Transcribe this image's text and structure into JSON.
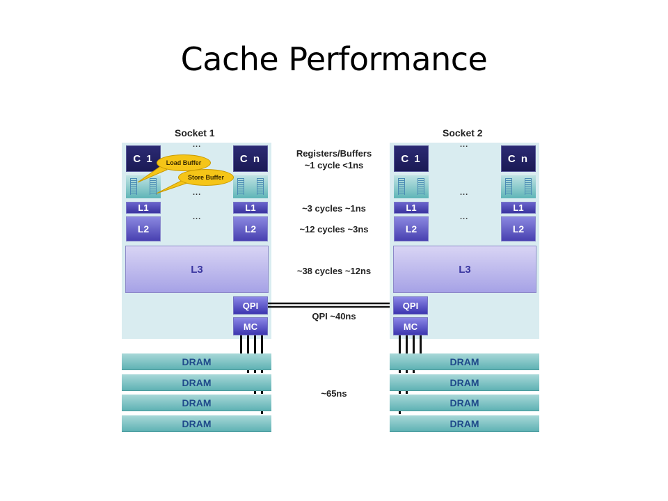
{
  "title": "Cache Performance",
  "sockets": [
    {
      "label": "Socket 1",
      "cores": [
        "C 1",
        "C n"
      ],
      "l1": "L1",
      "l2": "L2",
      "l3": "L3",
      "qpi": "QPI",
      "mc": "MC",
      "dram": [
        "DRAM",
        "DRAM",
        "DRAM",
        "DRAM"
      ]
    },
    {
      "label": "Socket 2",
      "cores": [
        "C 1",
        "C n"
      ],
      "l1": "L1",
      "l2": "L2",
      "l3": "L3",
      "qpi": "QPI",
      "mc": "MC",
      "dram": [
        "DRAM",
        "DRAM",
        "DRAM",
        "DRAM"
      ]
    }
  ],
  "callouts": {
    "load_buffer": "Load Buffer",
    "store_buffer": "Store Buffer"
  },
  "ellipsis": "...",
  "latencies": {
    "registers_title": "Registers/Buffers",
    "registers": "~1 cycle <1ns",
    "l1": "~3 cycles ~1ns",
    "l2": "~12 cycles ~3ns",
    "l3": "~38 cycles ~12ns",
    "qpi": "QPI ~40ns",
    "dram": "~65ns"
  }
}
